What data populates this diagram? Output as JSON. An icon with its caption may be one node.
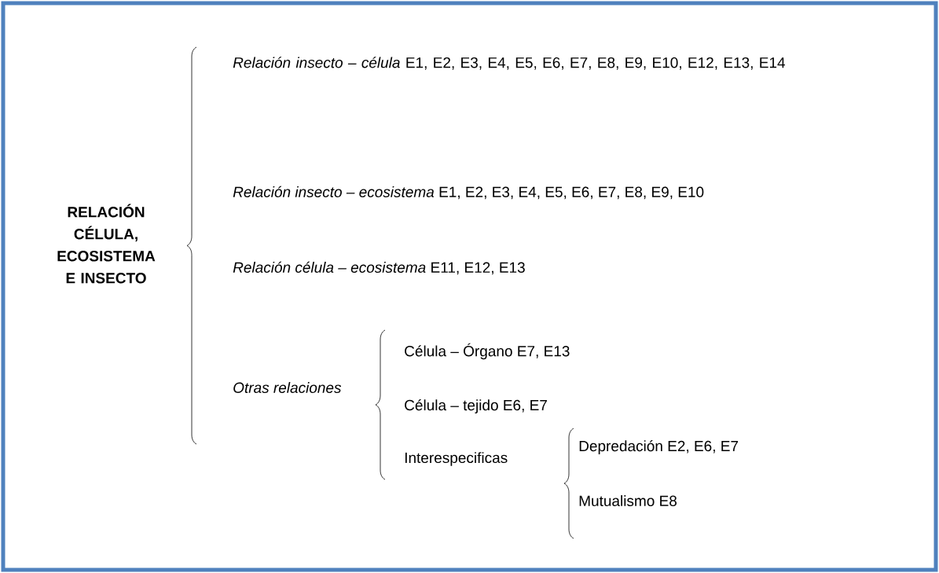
{
  "diagram": {
    "labels": [
      "RELACIÓN CÉLULA, ECOSISTEMA E INSECTO",
      "*Relación  insecto – célula* E1, E2, E3, E4, E5, E6, E7, E8, E9, E10, E12, E13, E14",
      "*Relación insecto – ecosistema* E1, E2, E3, E4, E5, E6, E7, E8, E9, E10",
      "*Relación célula – ecosistema* E11, E12, E13",
      "Otras relaciones",
      "Célula – Órgano E7, E13",
      "Célula – tejido E6, E7",
      "Interespecificas",
      "Depredación E2, E6, E7",
      "Mutualismo E8"
    ]
  }
}
